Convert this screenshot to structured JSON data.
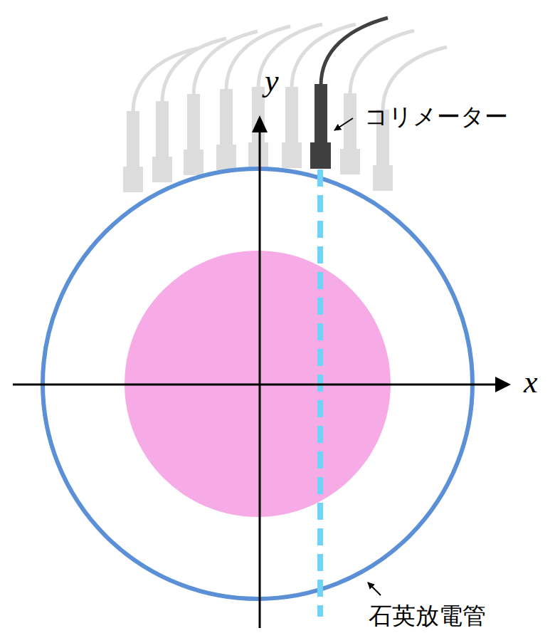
{
  "diagram": {
    "labels": [
      "y",
      "x",
      "コリメーター",
      "石英放電管"
    ]
  }
}
